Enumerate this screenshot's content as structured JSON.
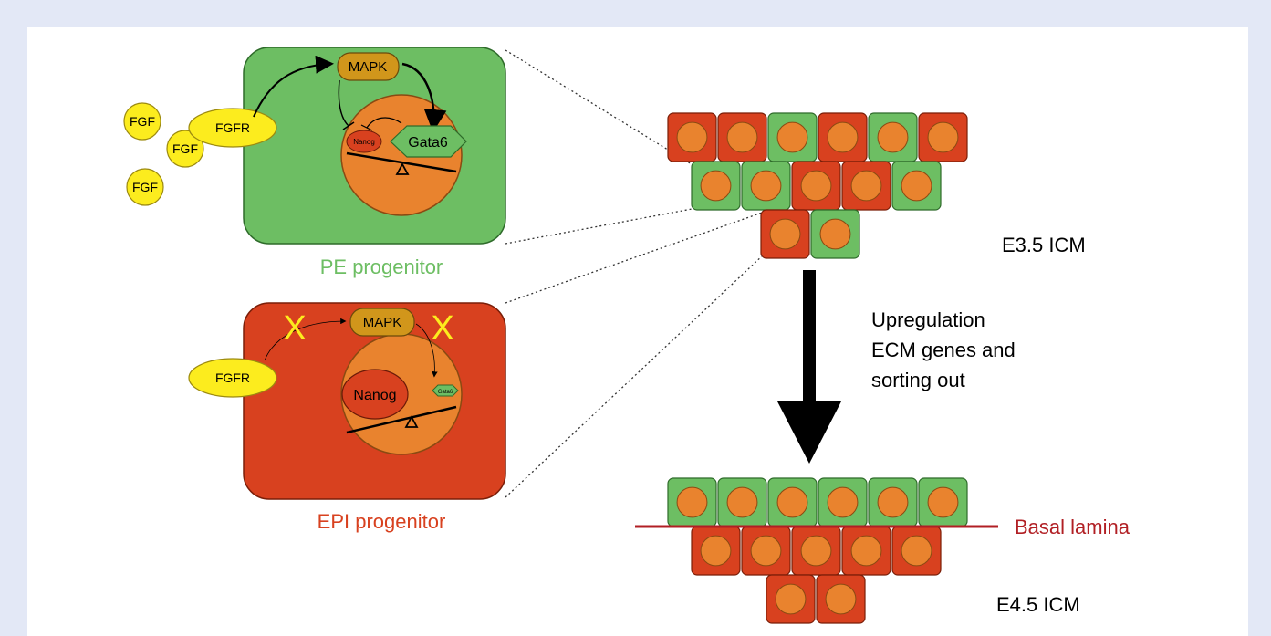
{
  "colors": {
    "background": "#e3e8f6",
    "pe_green": "#6dbe63",
    "epi_red": "#d8411f",
    "nucleus_orange": "#e9832e",
    "fgf_yellow": "#fcec1e",
    "mapk_gold": "#d1961b",
    "basal_lamina": "#b11f24"
  },
  "pe_progenitor": {
    "label": "PE progenitor",
    "fgf_labels": [
      "FGF",
      "FGF",
      "FGF"
    ],
    "fgfr_label": "FGFR",
    "mapk_label": "MAPK",
    "nanog_label": "Nanog",
    "gata6_label": "Gata6"
  },
  "epi_progenitor": {
    "label": "EPI progenitor",
    "fgfr_label": "FGFR",
    "mapk_label": "MAPK",
    "nanog_label": "Nanog",
    "gata6_label": "Gata6",
    "blocked_marks": [
      "X",
      "X"
    ]
  },
  "stages": {
    "e35_label": "E3.5 ICM",
    "e45_label": "E4.5 ICM",
    "transition_lines": [
      "Upregulation",
      "ECM genes and",
      "sorting out"
    ],
    "basal_lamina_label": "Basal lamina"
  },
  "icm_e35_rows": [
    [
      "epi",
      "epi",
      "pe",
      "epi",
      "pe",
      "epi"
    ],
    [
      "pe",
      "pe",
      "epi",
      "epi",
      "pe"
    ],
    [
      "epi",
      "pe"
    ]
  ],
  "icm_e45_rows": [
    [
      "pe",
      "pe",
      "pe",
      "pe",
      "pe",
      "pe"
    ],
    [
      "epi",
      "epi",
      "epi",
      "epi",
      "epi"
    ],
    [
      "epi",
      "epi"
    ]
  ]
}
